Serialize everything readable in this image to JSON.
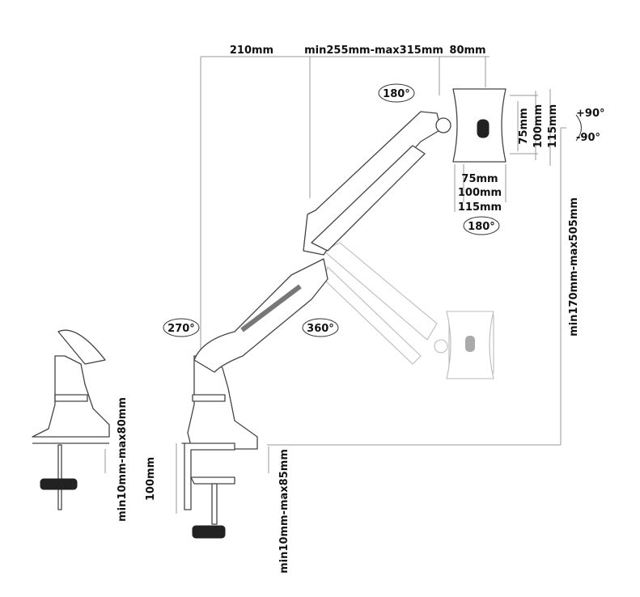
{
  "dimensions": {
    "arm_lower_reach": "210mm",
    "arm_upper_reach": "min255mm-max315mm",
    "head_offset": "80mm",
    "height_range": "min170mm-max505mm",
    "desk_clamp_thickness": "min10mm-max80mm",
    "grommet_height": "100mm",
    "grommet_thickness": "min10mm-max85mm"
  },
  "vesa": {
    "vertical": [
      "75mm",
      "100mm",
      "115mm"
    ],
    "horizontal": [
      "75mm",
      "100mm",
      "115mm"
    ]
  },
  "rotations": {
    "head_swivel": "180°",
    "plate_swivel": "180°",
    "base_rotation": "270°",
    "elbow_rotation": "360°",
    "tilt_up": "+90°",
    "tilt_down": "-90°"
  }
}
